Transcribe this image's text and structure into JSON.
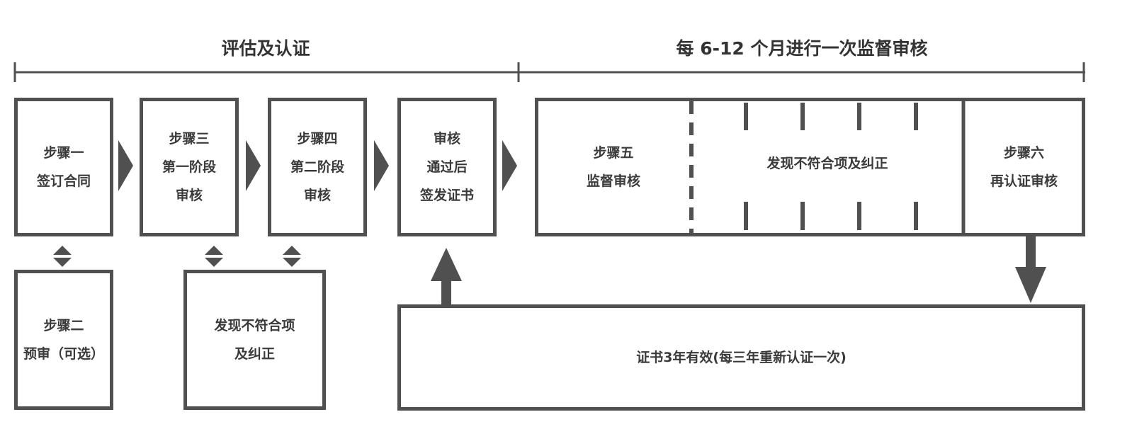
{
  "header": {
    "left_label": "评估及认证",
    "right_label": "每 6-12 个月进行一次监督审核"
  },
  "steps": {
    "step1": [
      "步骤一",
      "签订合同"
    ],
    "step3": [
      "步骤三",
      "第一阶段",
      "审核"
    ],
    "step4": [
      "步骤四",
      "第二阶段",
      "审核"
    ],
    "issue": [
      "审核",
      "通过后",
      "签发证书"
    ],
    "step5": [
      "步骤五",
      "监督审核"
    ],
    "nonconformity_right": [
      "发现不符合项及纠正"
    ],
    "step6": [
      "步骤六",
      "再认证审核"
    ],
    "step2": [
      "步骤二",
      "预审（可选）"
    ],
    "nonconformity_left": [
      "发现不符合项",
      "及纠正"
    ],
    "validity": [
      "证书3年有效(每三年重新认证一次)"
    ]
  },
  "colors": {
    "stroke": "#505050",
    "text": "#3a3a3a"
  }
}
